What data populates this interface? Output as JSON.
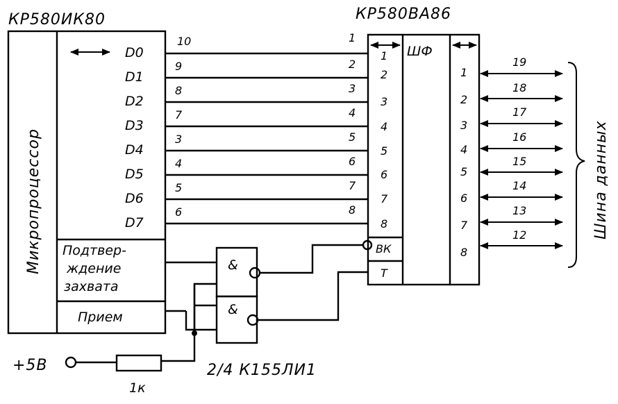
{
  "cpu": {
    "title": "КР580ИК80",
    "label": "Микропроцессор",
    "data_pins": [
      "D0",
      "D1",
      "D2",
      "D3",
      "D4",
      "D5",
      "D6",
      "D7"
    ],
    "bidir_icon": "bidirectional-arrow-icon",
    "hold_ack": [
      "Подтвер-",
      "ждение",
      "захвата"
    ],
    "receive": "Прием"
  },
  "buffer": {
    "title": "КР580ВА86",
    "shf": "ШФ",
    "left_pins": [
      "1",
      "2",
      "3",
      "4",
      "5",
      "6",
      "7",
      "8"
    ],
    "right_pins": [
      "1",
      "2",
      "3",
      "4",
      "5",
      "6",
      "7",
      "8"
    ],
    "enable": "ВК",
    "transmit": "Т"
  },
  "wires_left": {
    "cpu_pins": [
      "10",
      "9",
      "8",
      "7",
      "3",
      "4",
      "5",
      "6"
    ],
    "buf_pins": [
      "1",
      "2",
      "3",
      "4",
      "5",
      "6",
      "7",
      "8"
    ]
  },
  "wires_right": [
    "19",
    "18",
    "17",
    "16",
    "15",
    "14",
    "13",
    "12"
  ],
  "gates": {
    "symbol": "&",
    "label": "2/4 К155ЛИ1"
  },
  "power": {
    "label": "+5В",
    "resistor": "1к"
  },
  "bus": {
    "label": "Шина данных"
  }
}
